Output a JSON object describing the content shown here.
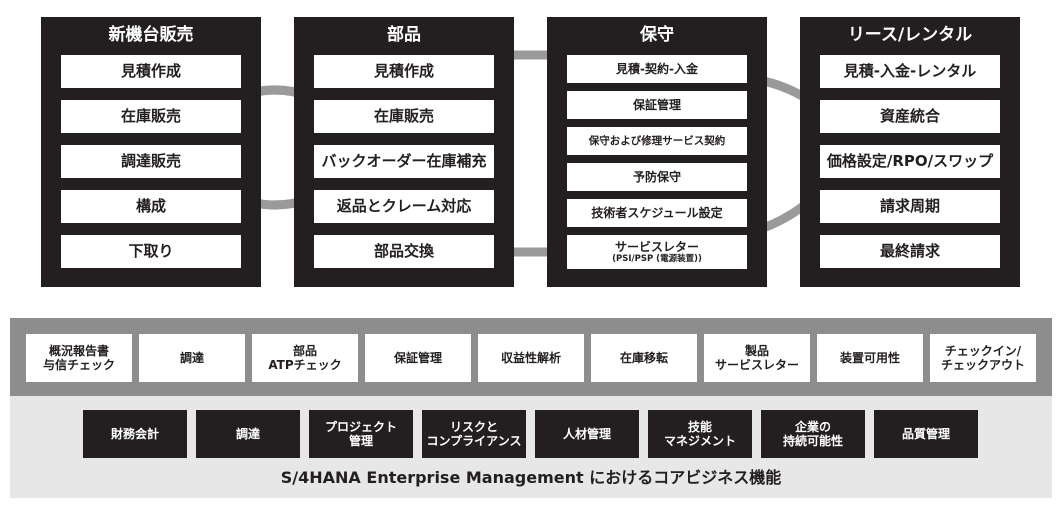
{
  "top_panels": [
    {
      "title": "新機台販売",
      "items": [
        {
          "label": "見積作成"
        },
        {
          "label": "在庫販売"
        },
        {
          "label": "調達販売"
        },
        {
          "label": "構成"
        },
        {
          "label": "下取り"
        }
      ]
    },
    {
      "title": "部品",
      "items": [
        {
          "label": "見積作成"
        },
        {
          "label": "在庫販売"
        },
        {
          "label": "バックオーダー在庫補充"
        },
        {
          "label": "返品とクレーム対応"
        },
        {
          "label": "部品交換"
        }
      ]
    },
    {
      "title": "保守",
      "items": [
        {
          "label": "見積-契約-入金"
        },
        {
          "label": "保証管理"
        },
        {
          "label": "保守および修理サービス契約"
        },
        {
          "label": "予防保守"
        },
        {
          "label": "技術者スケジュール設定"
        },
        {
          "label": "サービスレター",
          "sub": "(PSI/PSP (電源装置))"
        }
      ]
    },
    {
      "title": "リース/レンタル",
      "items": [
        {
          "label": "見積-入金-レンタル"
        },
        {
          "label": "資産統合"
        },
        {
          "label": "価格設定/RPO/スワップ"
        },
        {
          "label": "請求周期"
        },
        {
          "label": "最終請求"
        }
      ]
    }
  ],
  "middle_band": {
    "items": [
      "概況報告書\n与信チェック",
      "調達",
      "部品\nATPチェック",
      "保証管理",
      "収益性解析",
      "在庫移転",
      "製品\nサービスレター",
      "装置可用性",
      "チェックイン/\nチェックアウト"
    ]
  },
  "bottom_band": {
    "items": [
      "財務会計",
      "調達",
      "プロジェクト\n管理",
      "リスクと\nコンプライアンス",
      "人材管理",
      "技能\nマネジメント",
      "企業の\n持続可能性",
      "品質管理"
    ],
    "footer": "S/4HANA Enterprise Management におけるコアビジネス機能"
  },
  "colors": {
    "panel": "#231f20",
    "connector": "#9a9a9a",
    "middle_band": "#8d8d8d",
    "bottom_band": "#e7e7e7"
  }
}
